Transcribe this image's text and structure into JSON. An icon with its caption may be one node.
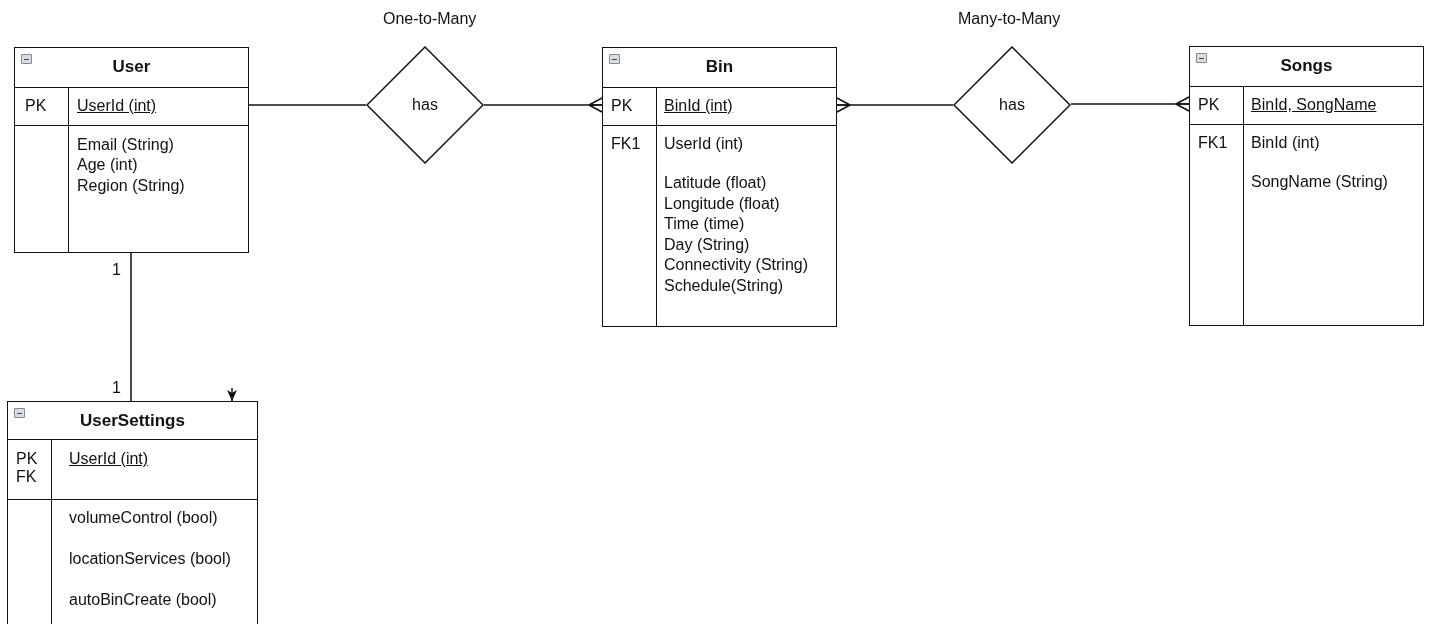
{
  "diagram": {
    "nodes": [
      {
        "text": [
          "User",
          "PK",
          "UserId (int)",
          "Email (String)",
          "Age (int)",
          "Region (String)"
        ]
      },
      {
        "text": [
          "has"
        ],
        "beside": [
          "One-to-Many"
        ]
      },
      {
        "text": [
          "Bin",
          "PK",
          "BinId (int)",
          "FK1",
          "UserId (int)",
          "Latitude (float)",
          "Longitude (float)",
          "Time (time)",
          "Day (String)",
          "Connectivity (String)",
          "Schedule(String)"
        ]
      },
      {
        "text": [
          "has"
        ],
        "beside": [
          "Many-to-Many"
        ]
      },
      {
        "text": [
          "Songs",
          "PK",
          "BinId, SongName",
          "FK1",
          "BinId (int)",
          "SongName (String)"
        ]
      },
      {
        "text": [
          "UserSettings",
          "PK FK",
          "UserId (int)",
          "volumeControl (bool)",
          "locationServices (bool)",
          "autoBinCreate (bool)"
        ]
      }
    ],
    "edges": [
      {
        "from": 0,
        "to": 1,
        "arrow": "none"
      },
      {
        "from": 1,
        "to": 2,
        "arrow": "other"
      },
      {
        "from": 3,
        "to": 2,
        "arrow": "other"
      },
      {
        "from": 3,
        "to": 4,
        "arrow": "other"
      },
      {
        "from": 0,
        "to": 5,
        "arrow": "none"
      },
      {
        "from": null,
        "to": 5,
        "arrow": "to"
      }
    ],
    "labels": [
      "1",
      "1"
    ]
  }
}
